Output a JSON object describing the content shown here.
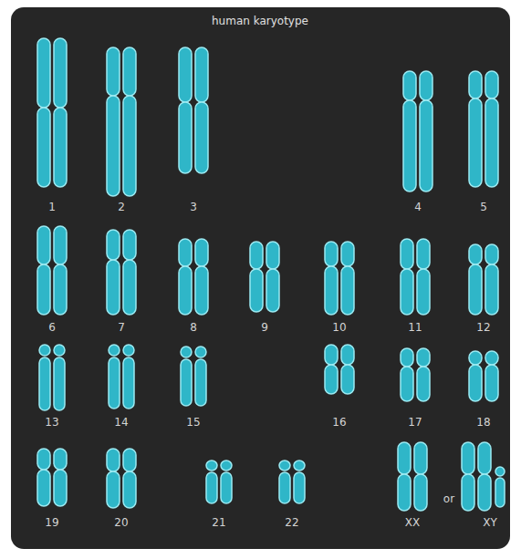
{
  "diagram": {
    "title": "human karyotype",
    "labels": [
      "1",
      "2",
      "3",
      "4",
      "5",
      "6",
      "7",
      "8",
      "9",
      "10",
      "11",
      "12",
      "13",
      "14",
      "15",
      "16",
      "17",
      "18",
      "19",
      "20",
      "21",
      "22",
      "XX",
      "or",
      "XY"
    ]
  }
}
